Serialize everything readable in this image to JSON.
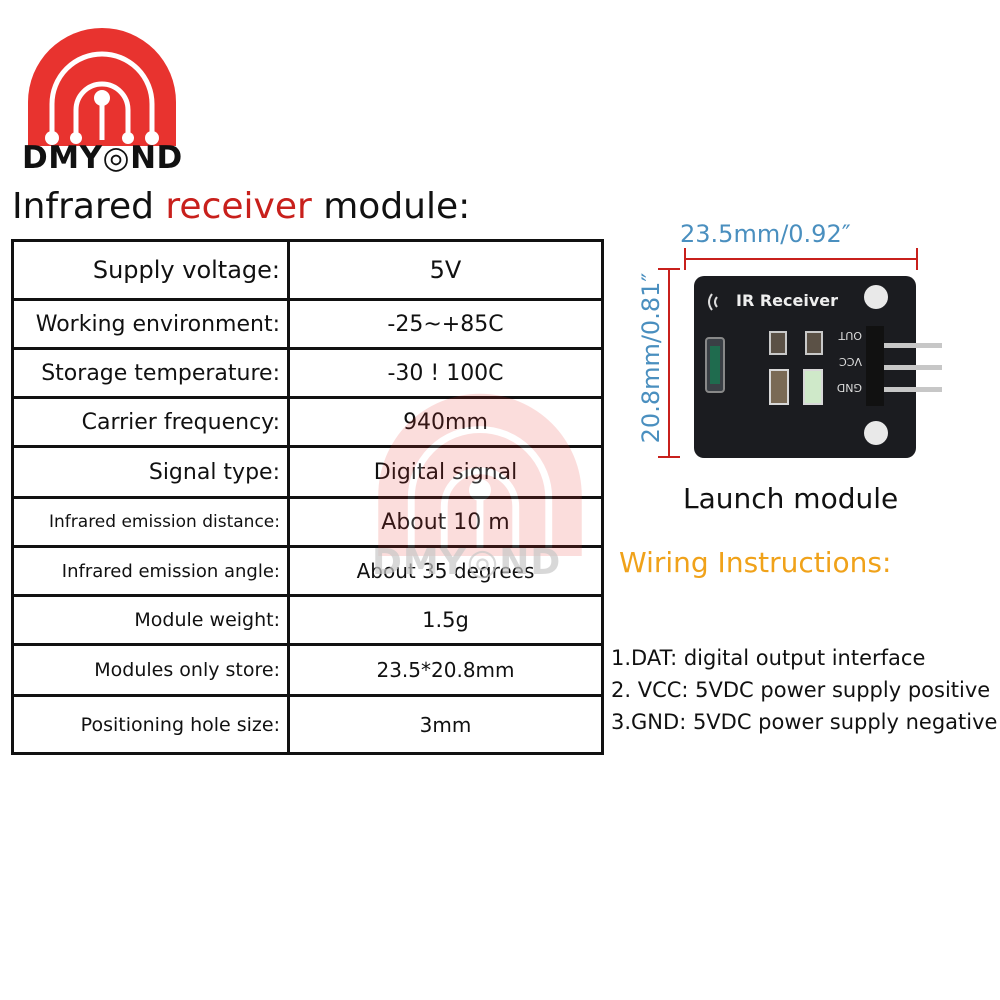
{
  "brand": {
    "logo_text": "DMY◎ND",
    "accent_color": "#e8332f"
  },
  "title": {
    "part1": "Infrared ",
    "part2": "receiver",
    "part3": " module:",
    "highlight_color": "#c8201c"
  },
  "specs": [
    {
      "label": "Supply voltage:",
      "value": "5V"
    },
    {
      "label": "Working environment:",
      "value": "-25~+85C"
    },
    {
      "label": "Storage temperature:",
      "value": "-30 ! 100C"
    },
    {
      "label": "Carrier frequency:",
      "value": "940mm"
    },
    {
      "label": "Signal type:",
      "value": "Digital signal"
    },
    {
      "label": "Infrared emission distance:",
      "value": "About 10 m"
    },
    {
      "label": "Infrared emission angle:",
      "value": "About 35 degrees"
    },
    {
      "label": "Module weight:",
      "value": "1.5g"
    },
    {
      "label": "Modules only store:",
      "value": "23.5*20.8mm"
    },
    {
      "label": "Positioning hole size:",
      "value": "3mm"
    }
  ],
  "product": {
    "width_dim": "23.5mm/0.92″",
    "height_dim": "20.8mm/0.81″",
    "board_label": "IR Receiver",
    "pins": [
      "OUT",
      "VCC",
      "GND"
    ],
    "caption": "Launch module"
  },
  "wiring": {
    "title": "Wiring Instructions:",
    "items": [
      "1.DAT: digital output interface",
      "2. VCC: 5VDC power supply positive",
      "3.GND: 5VDC power supply negative"
    ]
  },
  "watermark_text": "DMY◎ND"
}
